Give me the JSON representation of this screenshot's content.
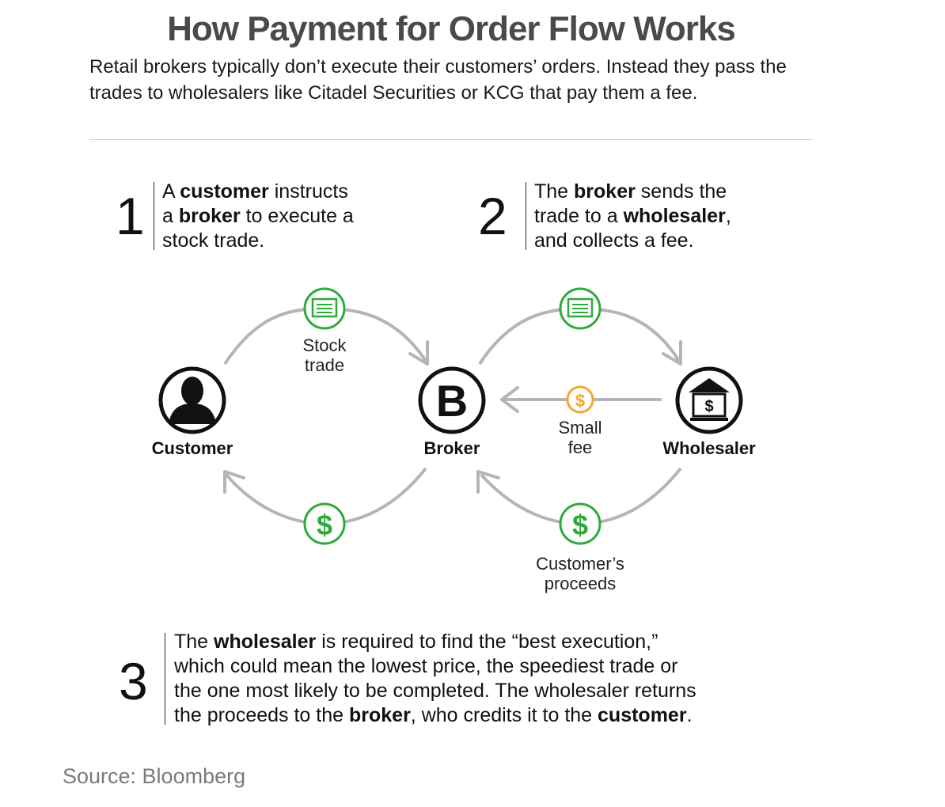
{
  "title": "How Payment for Order Flow Works",
  "subtitle": "Retail brokers typically don’t execute their customers’ orders. Instead they pass the trades to wholesalers like Citadel Securities or KCG that pay them a fee.",
  "steps": [
    {
      "number": "1",
      "text": [
        {
          "t": "A ",
          "b": false
        },
        {
          "t": "customer",
          "b": true
        },
        {
          "t": " instructs",
          "b": false
        },
        {
          "t": "\n",
          "b": false
        },
        {
          "t": "a ",
          "b": false
        },
        {
          "t": "broker",
          "b": true
        },
        {
          "t": " to execute a",
          "b": false
        },
        {
          "t": "\n",
          "b": false
        },
        {
          "t": "stock trade.",
          "b": false
        }
      ]
    },
    {
      "number": "2",
      "text": [
        {
          "t": "The ",
          "b": false
        },
        {
          "t": "broker",
          "b": true
        },
        {
          "t": " sends the",
          "b": false
        },
        {
          "t": "\n",
          "b": false
        },
        {
          "t": "trade to a ",
          "b": false
        },
        {
          "t": "wholesaler",
          "b": true
        },
        {
          "t": ",",
          "b": false
        },
        {
          "t": "\n",
          "b": false
        },
        {
          "t": "and collects a fee.",
          "b": false
        }
      ]
    },
    {
      "number": "3",
      "text": [
        {
          "t": "The ",
          "b": false
        },
        {
          "t": "wholesaler",
          "b": true
        },
        {
          "t": " is required to find the “best execution,”",
          "b": false
        },
        {
          "t": "\n",
          "b": false
        },
        {
          "t": "which could mean the lowest price, the speediest trade or",
          "b": false
        },
        {
          "t": "\n",
          "b": false
        },
        {
          "t": "the one most likely to be completed. The wholesaler returns",
          "b": false
        },
        {
          "t": "\n",
          "b": false
        },
        {
          "t": "the proceeds to the ",
          "b": false
        },
        {
          "t": "broker",
          "b": true
        },
        {
          "t": ", who credits it to the ",
          "b": false
        },
        {
          "t": "customer",
          "b": true
        },
        {
          "t": ".",
          "b": false
        }
      ]
    }
  ],
  "nodes": {
    "customer": {
      "label": "Customer",
      "icon": "person-icon"
    },
    "broker": {
      "label": "Broker",
      "icon": "broker-b-icon",
      "letter": "B"
    },
    "wholesaler": {
      "label": "Wholesaler",
      "icon": "bank-dollar-icon"
    }
  },
  "flows": {
    "stock_trade": {
      "label": "Stock\ntrade",
      "icon": "trade-ticket-icon"
    },
    "small_fee": {
      "label": "Small\nfee",
      "icon": "dollar-coin-icon"
    },
    "customer_proceeds": {
      "label": "Customer’s\nproceeds",
      "icon": "dollar-coin-icon"
    }
  },
  "colors": {
    "green": "#2eaa3c",
    "gold": "#f2a92a",
    "arrow_gray": "#b5b5b5",
    "node_black": "#111111",
    "title_gray": "#4a4a4a",
    "source_gray": "#7a7a7a"
  },
  "source": "Source: Bloomberg"
}
